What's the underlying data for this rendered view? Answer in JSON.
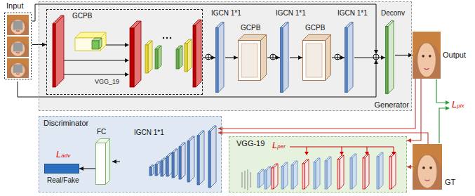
{
  "diagram": {
    "nodes": [
      {
        "text": [
          "Input"
        ]
      },
      {
        "text": [
          "Generator"
        ]
      },
      {
        "text": [
          "GCPB"
        ],
        "in": 1
      },
      {
        "text": [
          "IGCN 1*1"
        ],
        "in": 1
      },
      {
        "text": [
          "GCPB"
        ],
        "in": 1
      },
      {
        "text": [
          "IGCN 1*1"
        ],
        "in": 1
      },
      {
        "text": [
          "GCPB"
        ],
        "in": 1
      },
      {
        "text": [
          "IGCN 1*1"
        ],
        "in": 1
      },
      {
        "text": [
          "Deconv"
        ],
        "in": 1
      },
      {
        "text": [
          "Output"
        ]
      },
      {
        "text": [
          "Discriminator"
        ]
      },
      {
        "text": [
          "IGCN 1*1"
        ],
        "in": 10
      },
      {
        "text": [
          "FC"
        ],
        "in": 10
      },
      {
        "text": [
          "Real/Fake"
        ],
        "in": 10
      },
      {
        "text": [
          "VGG-19"
        ]
      },
      {
        "text": [
          "GT"
        ]
      }
    ],
    "edges": [
      {
        "from": 0,
        "to": 2,
        "arrow": "to"
      },
      {
        "from": 2,
        "to": 3,
        "arrow": "to"
      },
      {
        "from": 3,
        "to": 4,
        "arrow": "to"
      },
      {
        "from": 4,
        "to": 5,
        "arrow": "to"
      },
      {
        "from": 5,
        "to": 6,
        "arrow": "to"
      },
      {
        "from": 6,
        "to": 7,
        "arrow": "to"
      },
      {
        "from": 7,
        "to": 8,
        "arrow": "to"
      },
      {
        "from": 8,
        "to": 9,
        "arrow": "to"
      },
      {
        "from": 9,
        "to": 11,
        "arrow": "to"
      },
      {
        "from": 15,
        "to": 11,
        "arrow": "to"
      },
      {
        "from": 9,
        "to": 14,
        "arrow": "to"
      },
      {
        "from": 15,
        "to": 14,
        "arrow": "to"
      },
      {
        "from": 11,
        "to": 12,
        "arrow": "to"
      },
      {
        "from": 12,
        "to": 13,
        "arrow": "to"
      }
    ],
    "labels": [
      "VGG_19",
      "Ladv",
      "Lper",
      "Lpix"
    ]
  }
}
